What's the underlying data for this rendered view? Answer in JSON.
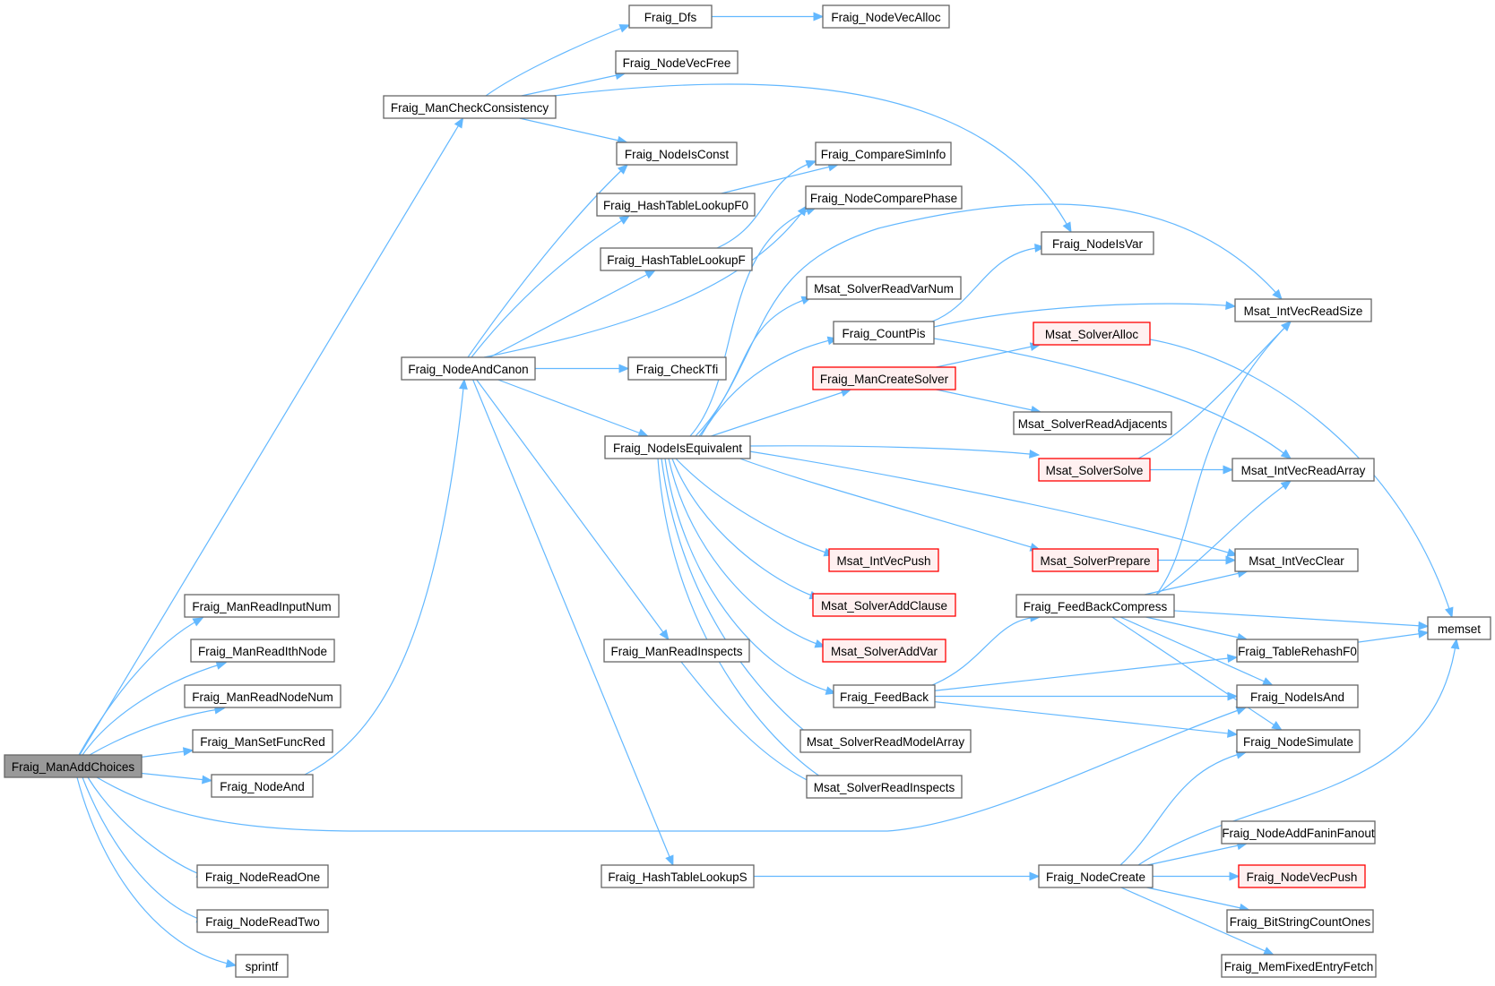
{
  "title": "Fraig_ManAddChoices call graph",
  "colors": {
    "edge": "#63b8ff",
    "node_border": "#666666",
    "node_fill": "#ffffff",
    "root_fill": "#999999",
    "truncated_border": "#ff0000",
    "truncated_fill": "#fff0f0"
  },
  "nodes": {
    "man_add_choices": "Fraig_ManAddChoices",
    "man_check_consistency": "Fraig_ManCheckConsistency",
    "dfs": "Fraig_Dfs",
    "node_vec_alloc": "Fraig_NodeVecAlloc",
    "node_vec_free": "Fraig_NodeVecFree",
    "node_is_const": "Fraig_NodeIsConst",
    "compare_sim_info": "Fraig_CompareSimInfo",
    "hash_table_lookup_f0": "Fraig_HashTableLookupF0",
    "node_compare_phase": "Fraig_NodeComparePhase",
    "hash_table_lookup_f": "Fraig_HashTableLookupF",
    "node_is_var": "Fraig_NodeIsVar",
    "msat_solver_read_var_num": "Msat_SolverReadVarNum",
    "count_pis": "Fraig_CountPis",
    "msat_int_vec_read_size": "Msat_IntVecReadSize",
    "node_and_canon": "Fraig_NodeAndCanon",
    "check_tfi": "Fraig_CheckTfi",
    "man_create_solver": "Fraig_ManCreateSolver",
    "msat_solver_alloc": "Msat_SolverAlloc",
    "msat_solver_read_adjacents": "Msat_SolverReadAdjacents",
    "node_is_equivalent": "Fraig_NodeIsEquivalent",
    "msat_solver_solve": "Msat_SolverSolve",
    "msat_int_vec_read_array": "Msat_IntVecReadArray",
    "msat_int_vec_push": "Msat_IntVecPush",
    "msat_solver_prepare": "Msat_SolverPrepare",
    "msat_int_vec_clear": "Msat_IntVecClear",
    "msat_solver_add_clause": "Msat_SolverAddClause",
    "feed_back_compress": "Fraig_FeedBackCompress",
    "memset": "memset",
    "man_read_input_num": "Fraig_ManReadInputNum",
    "man_read_ith_node": "Fraig_ManReadIthNode",
    "man_read_inspects": "Fraig_ManReadInspects",
    "msat_solver_add_var": "Msat_SolverAddVar",
    "table_rehash_f0": "Fraig_TableRehashF0",
    "man_read_node_num": "Fraig_ManReadNodeNum",
    "feed_back": "Fraig_FeedBack",
    "node_is_and": "Fraig_NodeIsAnd",
    "man_set_func_red": "Fraig_ManSetFuncRed",
    "msat_solver_read_model_array": "Msat_SolverReadModelArray",
    "node_simulate": "Fraig_NodeSimulate",
    "node_and": "Fraig_NodeAnd",
    "msat_solver_read_inspects": "Msat_SolverReadInspects",
    "node_add_fanin_fanout": "Fraig_NodeAddFaninFanout",
    "node_read_one": "Fraig_NodeReadOne",
    "hash_table_lookup_s": "Fraig_HashTableLookupS",
    "node_create": "Fraig_NodeCreate",
    "node_vec_push": "Fraig_NodeVecPush",
    "node_read_two": "Fraig_NodeReadTwo",
    "bit_string_count_ones": "Fraig_BitStringCountOnes",
    "sprintf": "sprintf",
    "mem_fixed_entry_fetch": "Fraig_MemFixedEntryFetch"
  }
}
